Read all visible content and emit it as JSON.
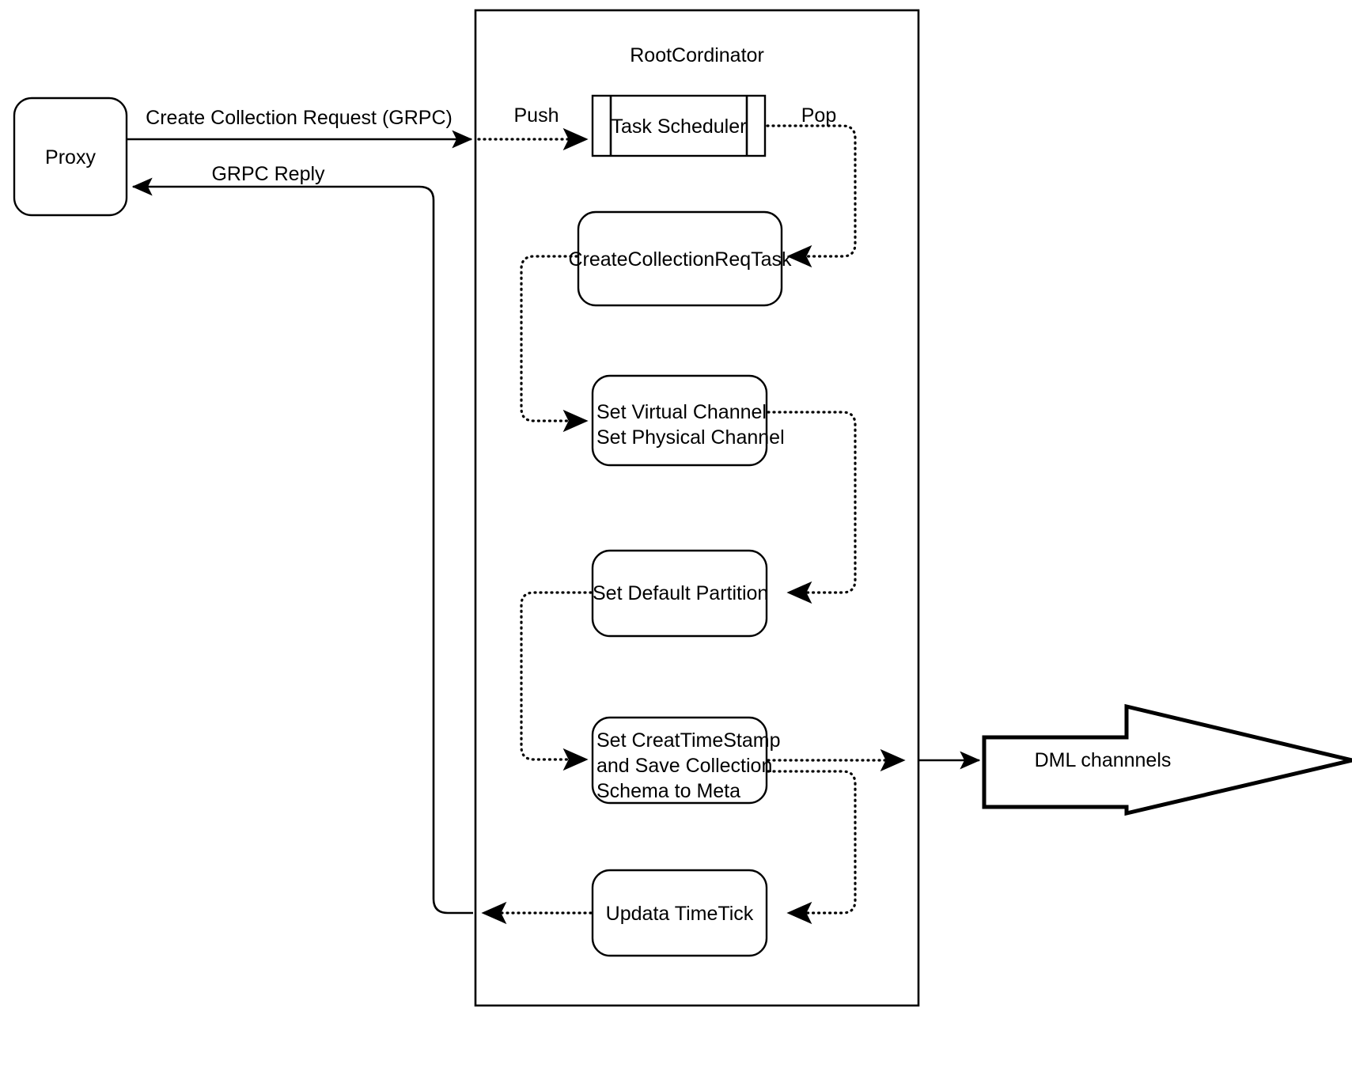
{
  "diagram": {
    "title_visible": false,
    "colors": {
      "stroke": "#000000",
      "fill": "#ffffff",
      "text": "#000000"
    },
    "container": {
      "label": "RootCordinator"
    },
    "nodes": [
      {
        "id": "proxy",
        "label": "Proxy",
        "shape": "rounded-rect"
      },
      {
        "id": "task-scheduler",
        "label": "Task Scheduler",
        "shape": "process-queue"
      },
      {
        "id": "create-collection-req-task",
        "label": "CreateCollectionReqTask",
        "shape": "rounded-rect"
      },
      {
        "id": "set-channels",
        "label": "Set Virtual Channel\nSet Physical Channel",
        "shape": "rounded-rect"
      },
      {
        "id": "set-default-partition",
        "label": "Set Default Partition",
        "shape": "rounded-rect"
      },
      {
        "id": "set-create-timestamp",
        "label": "Set CreatTimeStamp\nand Save Collection\nSchema to Meta",
        "shape": "rounded-rect"
      },
      {
        "id": "update-timetick",
        "label": "Updata TimeTick",
        "shape": "rounded-rect"
      },
      {
        "id": "dml-channels",
        "label": "DML channnels",
        "shape": "block-arrow"
      }
    ],
    "edge_labels": [
      {
        "id": "create-collection-request",
        "label": "Create Collection Request (GRPC)"
      },
      {
        "id": "grpc-reply",
        "label": "GRPC Reply"
      },
      {
        "id": "push",
        "label": "Push"
      },
      {
        "id": "pop",
        "label": "Pop"
      }
    ],
    "node_labels": {
      "set_channels_line1": "Set Virtual Channel",
      "set_channels_line2": "Set Physical Channel",
      "set_ts_line1": "Set CreatTimeStamp",
      "set_ts_line2": "and Save Collection",
      "set_ts_line3": "Schema to Meta"
    }
  }
}
